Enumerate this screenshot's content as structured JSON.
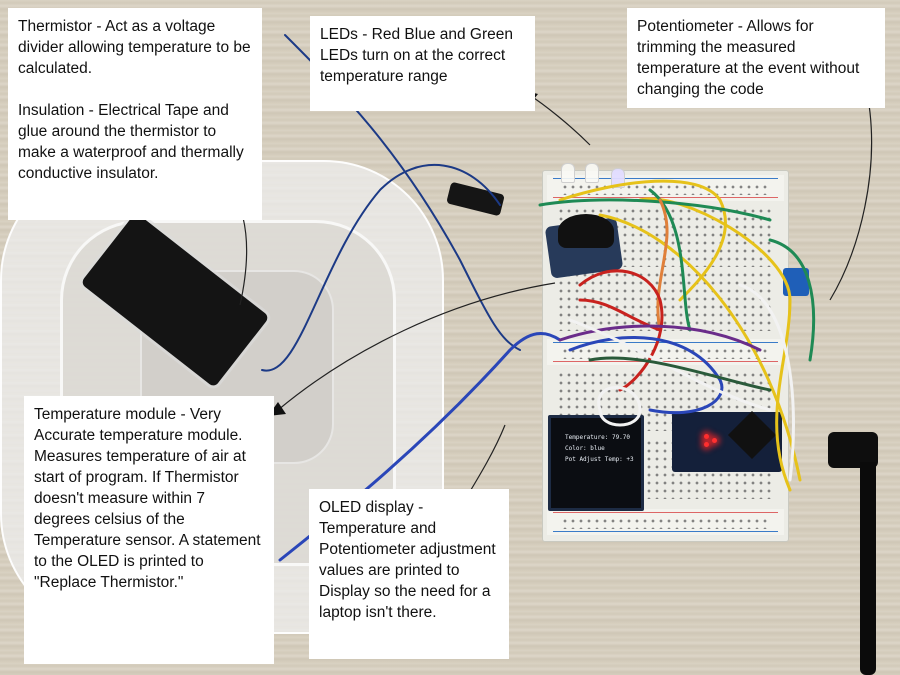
{
  "annotations": {
    "thermistor": {
      "text": "Thermistor - Act as a voltage divider allowing temperature to be calculated.\n\nInsulation - Electrical Tape and glue around the thermistor to make a waterproof and thermally conductive insulator."
    },
    "leds": {
      "text": "LEDs - Red Blue and Green LEDs turn on at the correct temperature range"
    },
    "potentiometer": {
      "text": "Potentiometer - Allows for trimming the measured temperature at the event without changing the code"
    },
    "temperature_module": {
      "text": "Temperature module - Very Accurate temperature module. Measures temperature of air at start of program. If Thermistor doesn't measure within 7 degrees celsius of the Temperature sensor. A statement to the OLED is printed to \"Replace Thermistor.\""
    },
    "oled_display": {
      "text": "OLED display - Temperature and Potentiometer adjustment values are printed to Display so the need for a laptop isn't there."
    }
  },
  "oled_screen": {
    "lines": [
      "Temperature: 79.70",
      "Color: blue",
      "Pot Adjust Temp: +3"
    ]
  },
  "colors": {
    "wire_yellow": "#e6c21a",
    "wire_green": "#1f8a55",
    "wire_red": "#c8221e",
    "wire_blue": "#2a46b8",
    "wire_white": "#f2f2f2",
    "wire_purple": "#6a2c8a",
    "nano_led": "#ff3030"
  }
}
